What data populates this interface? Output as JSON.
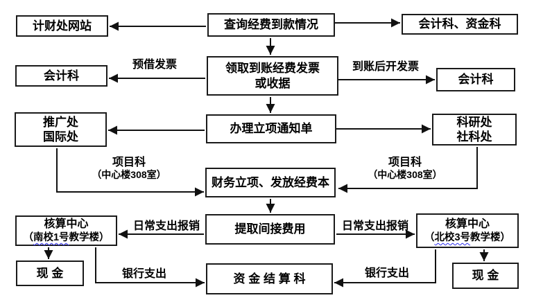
{
  "nodes": {
    "website": {
      "label": "计财处网站"
    },
    "query": {
      "label": "查询经费到款情况"
    },
    "accounting_funds": {
      "label": "会计科、资金科"
    },
    "accounting_left": {
      "label": "会计科"
    },
    "receive": {
      "line1": "领取到账经费发票",
      "line2": "或收据"
    },
    "accounting_right": {
      "label": "会计科"
    },
    "promotion": {
      "line1": "推广处",
      "line2": "国际处"
    },
    "project_notice": {
      "label": "办理立项通知单"
    },
    "research": {
      "line1": "科研处",
      "line2": "社科处"
    },
    "finance_setup": {
      "label": "财务立项、发放经费本"
    },
    "center_south": {
      "line1": "核算中心",
      "line2_pre": "（",
      "line2_wavy": "南校1号",
      "line2_post": "教学楼）"
    },
    "withdraw": {
      "label": "提取间接费用"
    },
    "center_north": {
      "line1": "核算中心",
      "line2_pre": "（",
      "line2_wavy": "北校3号",
      "line2_post": "教学楼）"
    },
    "cash_left": {
      "label": "现 金"
    },
    "settlement": {
      "label": "资 金 结 算 科"
    },
    "cash_right": {
      "label": "现 金"
    }
  },
  "edge_labels": {
    "advance_invoice": "预借发票",
    "invoice_after_arrival": "到账后开发票",
    "project_section_left": {
      "line1": "项目科",
      "line2": "（中心楼308室）"
    },
    "project_section_right": {
      "line1": "项目科",
      "line2": "（中心楼308室）"
    },
    "daily_expense_left": "日常支出报销",
    "daily_expense_right": "日常支出报销",
    "bank_expense_left": "银行支出",
    "bank_expense_right": "银行支出"
  },
  "colors": {
    "background": "#ffffff",
    "box_border": "#1a1a1a",
    "text": "#000000",
    "arrow": "#111111",
    "squiggle": "#2a2af0"
  }
}
